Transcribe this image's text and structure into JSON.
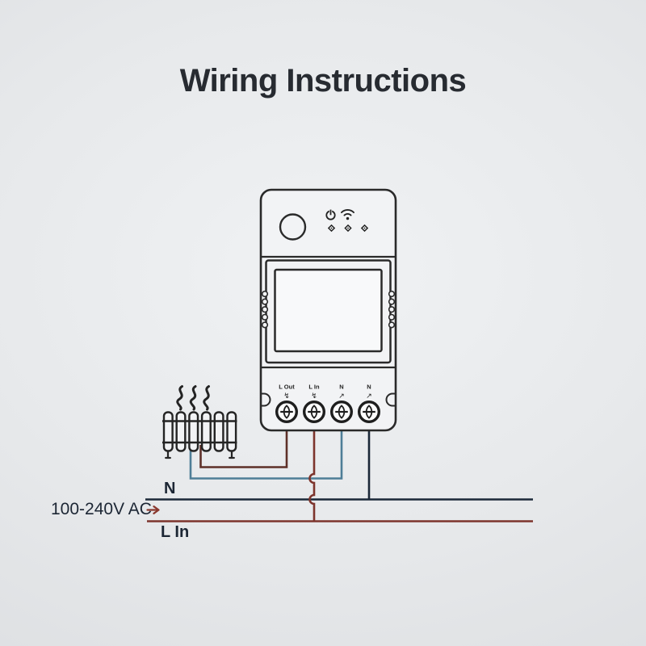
{
  "title": "Wiring Instructions",
  "device": {
    "name": "smart-switch-power-meter",
    "indicators": {
      "icons": [
        "power",
        "wifi"
      ],
      "led_count": 3
    },
    "terminals": [
      {
        "label": "L Out",
        "symbol": "↯"
      },
      {
        "label": "L In",
        "symbol": "↯"
      },
      {
        "label": "N",
        "symbol": "↗"
      },
      {
        "label": "N",
        "symbol": "↗"
      }
    ]
  },
  "load": {
    "type": "heater-radiator",
    "fins": 6,
    "heat_waves": 3
  },
  "supply": {
    "neutral_label": "N",
    "voltage_label": "100-240V AC",
    "arrow": "→",
    "live_label": "L In"
  },
  "colors": {
    "title": "#272b31",
    "label": "#1c2634",
    "outline": "#2a2a2a",
    "wire_load_live": "#5e3028",
    "wire_live_in": "#7d342c",
    "wire_load_neutral": "#4e7e97",
    "wire_neutral_in": "#1b2838",
    "line_neutral": "#1b2838",
    "line_live": "#7d342c",
    "arrow": "#8a382e"
  }
}
